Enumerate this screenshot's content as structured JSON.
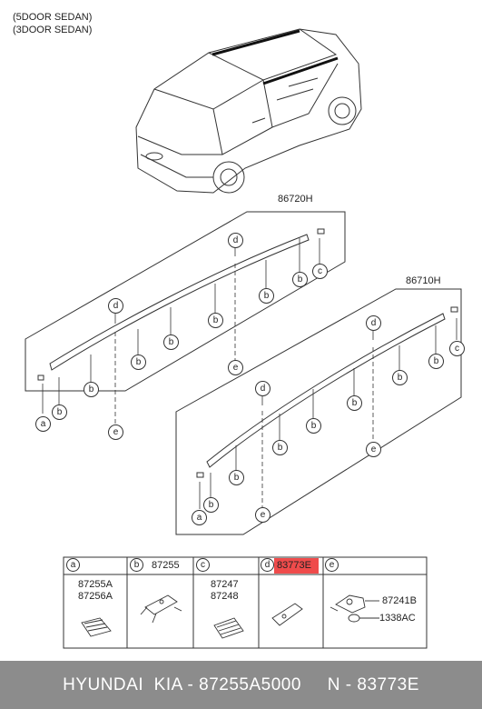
{
  "header": {
    "line1": "(5DOOR SEDAN)",
    "line2": "(3DOOR SEDAN)"
  },
  "assembly_upper": {
    "part_no": "86720H",
    "callouts": [
      "a",
      "b",
      "b",
      "b",
      "b",
      "b",
      "b",
      "b",
      "c",
      "d",
      "d",
      "e",
      "e"
    ]
  },
  "assembly_lower": {
    "part_no": "86710H",
    "callouts": [
      "a",
      "b",
      "b",
      "b",
      "b",
      "b",
      "b",
      "b",
      "c",
      "d",
      "d",
      "e",
      "e"
    ]
  },
  "legend": {
    "columns": [
      {
        "letter": "a",
        "header_part": "",
        "parts": [
          "87255A",
          "87256A"
        ]
      },
      {
        "letter": "b",
        "header_part": "87255",
        "parts": []
      },
      {
        "letter": "c",
        "header_part": "",
        "parts": [
          "87247",
          "87248"
        ]
      },
      {
        "letter": "d",
        "header_part": "83773E",
        "parts": [],
        "highlighted": true
      },
      {
        "letter": "e",
        "header_part": "",
        "parts": [
          "87241B",
          "1338AC"
        ]
      }
    ]
  },
  "footer": {
    "text": "HYUNDAI  KIA - 87255A5000     N - 83773E"
  },
  "colors": {
    "highlight": "#ef4b4b",
    "footer_bg": "#8c8c8c",
    "line": "#333333"
  }
}
